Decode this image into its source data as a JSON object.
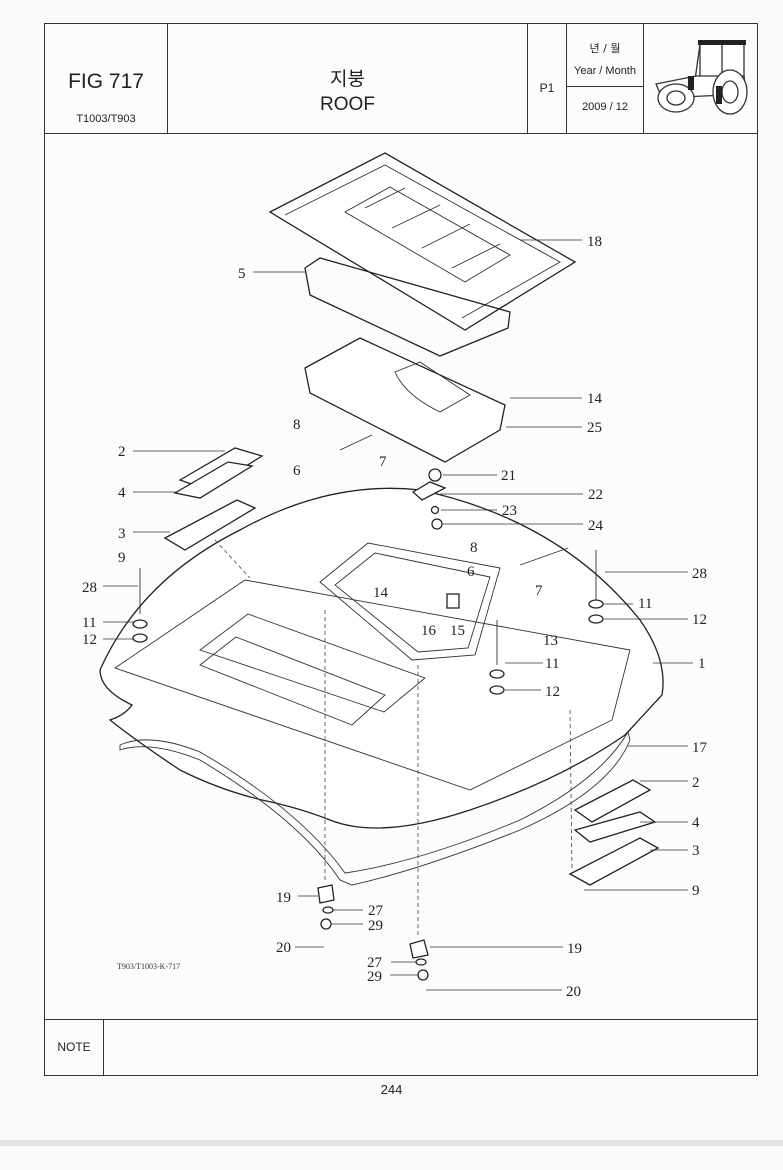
{
  "header": {
    "fig_label": "FIG 717",
    "model": "T1003/T903",
    "title_ko": "지붕",
    "title_en": "ROOF",
    "page_code": "P1",
    "year_month_ko": "년 / 월",
    "year_month_en": "Year / Month",
    "year_month_value": "2009 / 12"
  },
  "diagram": {
    "ref_code": "T903/T1003-K-717",
    "callouts": [
      {
        "id": "c18",
        "label": "18"
      },
      {
        "id": "c5",
        "label": "5"
      },
      {
        "id": "c14a",
        "label": "14"
      },
      {
        "id": "c25",
        "label": "25"
      },
      {
        "id": "c8a",
        "label": "8"
      },
      {
        "id": "c7a",
        "label": "7"
      },
      {
        "id": "c6a",
        "label": "6"
      },
      {
        "id": "c2a",
        "label": "2"
      },
      {
        "id": "c21",
        "label": "21"
      },
      {
        "id": "c4a",
        "label": "4"
      },
      {
        "id": "c22",
        "label": "22"
      },
      {
        "id": "c23",
        "label": "23"
      },
      {
        "id": "c3a",
        "label": "3"
      },
      {
        "id": "c24",
        "label": "24"
      },
      {
        "id": "c8b",
        "label": "8"
      },
      {
        "id": "c9a",
        "label": "9"
      },
      {
        "id": "c6b",
        "label": "6"
      },
      {
        "id": "c28a",
        "label": "28"
      },
      {
        "id": "c28b",
        "label": "28"
      },
      {
        "id": "c14b",
        "label": "14"
      },
      {
        "id": "c7b",
        "label": "7"
      },
      {
        "id": "c11a",
        "label": "11"
      },
      {
        "id": "c11b",
        "label": "11"
      },
      {
        "id": "c12a",
        "label": "12"
      },
      {
        "id": "c12b",
        "label": "12"
      },
      {
        "id": "c16",
        "label": "16"
      },
      {
        "id": "c15",
        "label": "15"
      },
      {
        "id": "c13",
        "label": "13"
      },
      {
        "id": "c11c",
        "label": "11"
      },
      {
        "id": "c1",
        "label": "1"
      },
      {
        "id": "c12c",
        "label": "12"
      },
      {
        "id": "c17",
        "label": "17"
      },
      {
        "id": "c2b",
        "label": "2"
      },
      {
        "id": "c4b",
        "label": "4"
      },
      {
        "id": "c3b",
        "label": "3"
      },
      {
        "id": "c9b",
        "label": "9"
      },
      {
        "id": "c19a",
        "label": "19"
      },
      {
        "id": "c27a",
        "label": "27"
      },
      {
        "id": "c29a",
        "label": "29"
      },
      {
        "id": "c20a",
        "label": "20"
      },
      {
        "id": "c19b",
        "label": "19"
      },
      {
        "id": "c27b",
        "label": "27"
      },
      {
        "id": "c29b",
        "label": "29"
      },
      {
        "id": "c20b",
        "label": "20"
      }
    ]
  },
  "footer": {
    "note_label": "NOTE",
    "note_text": "",
    "page_number": "244"
  }
}
